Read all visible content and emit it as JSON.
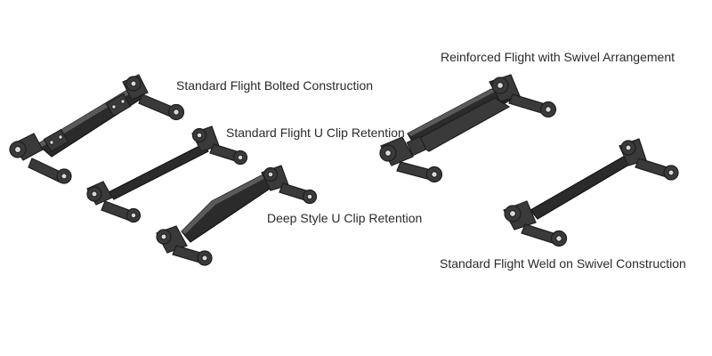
{
  "labels": {
    "bolted": "Standard Flight Bolted Construction",
    "uclip": "Standard Flight U Clip Retention",
    "deep": "Deep Style U Clip Retention",
    "reinforced": "Reinforced Flight with Swivel Arrangement",
    "weld": "Standard Flight Weld on Swivel Construction"
  },
  "colors": {
    "background": "#ffffff",
    "part": "#3a3a3a",
    "label": "#2a2a2a"
  }
}
